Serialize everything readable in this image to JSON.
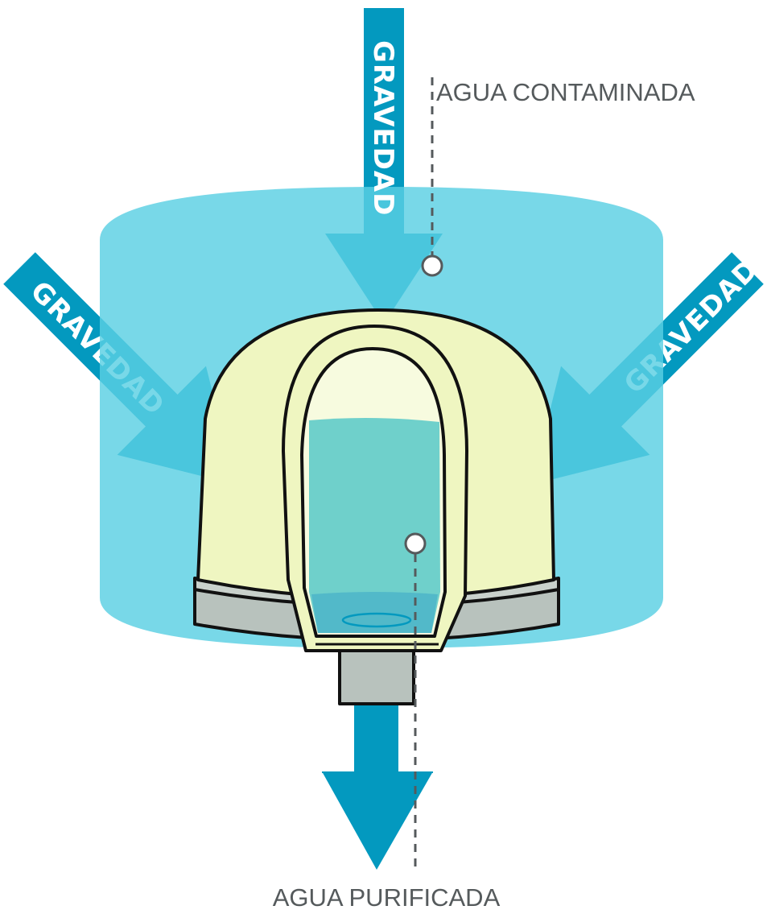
{
  "diagram": {
    "arrows": {
      "top_label": "GRAVEDAD",
      "left_label": "GRAVEDAD",
      "right_label": "GRAVEDAD"
    },
    "callouts": {
      "contaminated": "AGUA CONTAMINADA",
      "purified": "AGUA PURIFICADA"
    },
    "colors": {
      "water_container": "#69d5e6",
      "arrow": "#0399bf",
      "arrow_overlay": "#24b6d3",
      "filter_dome": "#eff6c1",
      "filter_base": "#b8c2bd",
      "purified_water": "#6fd0cb",
      "callout_line": "#555a5c"
    }
  }
}
